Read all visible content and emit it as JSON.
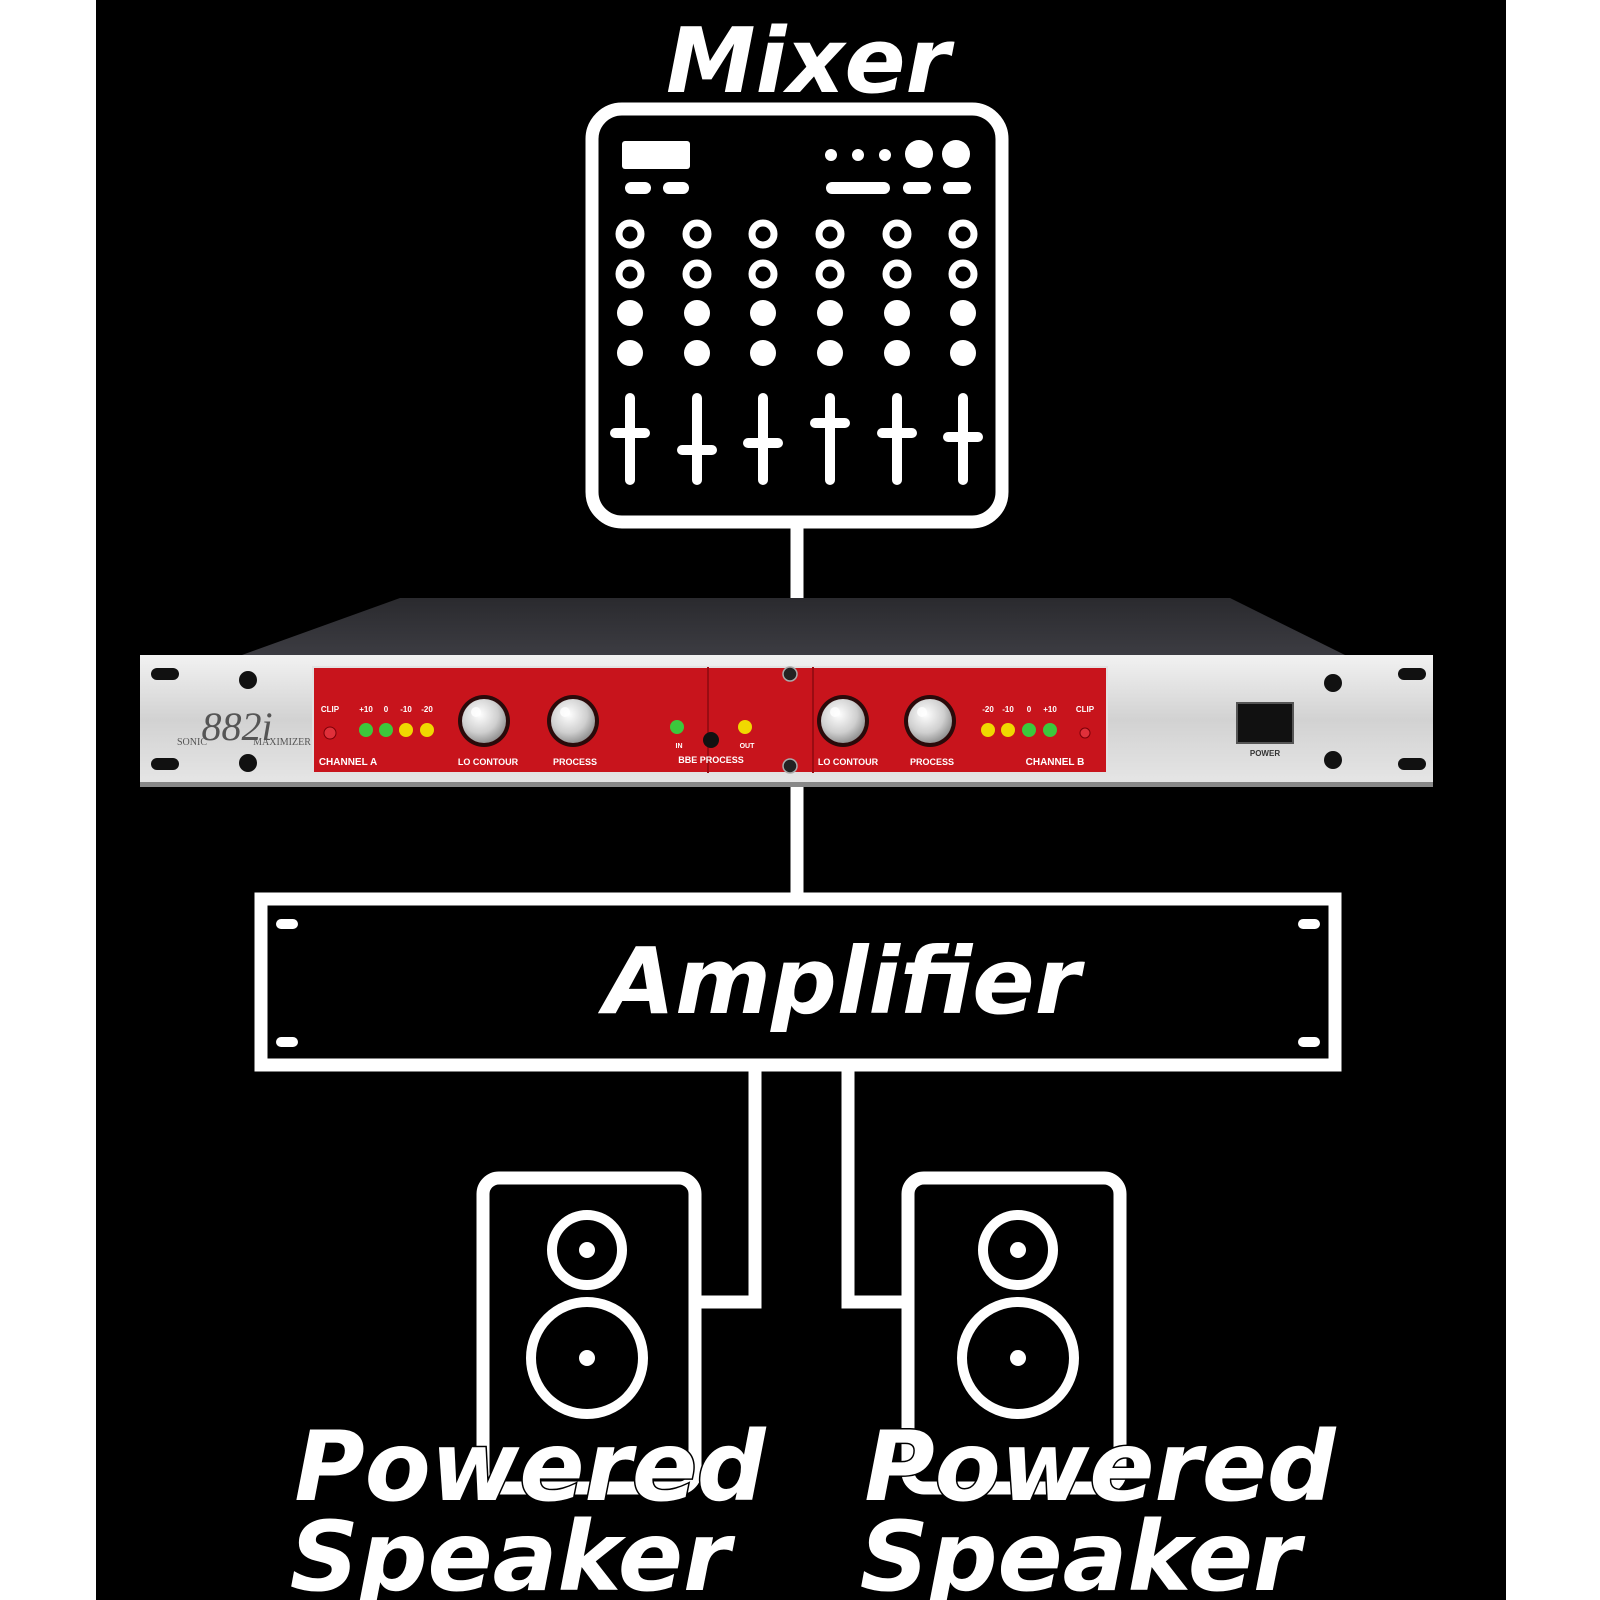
{
  "labels": {
    "mixer": "Mixer",
    "amplifier": "Amplifier",
    "speaker_left": [
      "Powered",
      "Speaker"
    ],
    "speaker_right": [
      "Powered",
      "Speaker"
    ]
  },
  "device": {
    "model": "882i",
    "brand_left": "SONIC",
    "brand_right": "MAXIMIZER",
    "channel_a": "CHANNEL A",
    "channel_b": "CHANNEL B",
    "clip": "CLIP",
    "knob_lo_contour": "LO CONTOUR",
    "knob_process": "PROCESS",
    "bbe_process": "BBE PROCESS",
    "in": "IN",
    "out": "OUT",
    "power": "POWER",
    "meter_a": [
      "+10",
      "0",
      "-10",
      "-20"
    ],
    "meter_b": [
      "-20",
      "-10",
      "0",
      "+10"
    ]
  },
  "colors": {
    "background": "#000000",
    "line": "#ffffff",
    "panel_red": "#c8141c",
    "chassis_silver": "#d8d8d8",
    "led_green": "#3cc83c",
    "led_yellow": "#f0d800"
  },
  "icons": [
    "mixer-icon",
    "amplifier-icon",
    "speaker-icon"
  ]
}
